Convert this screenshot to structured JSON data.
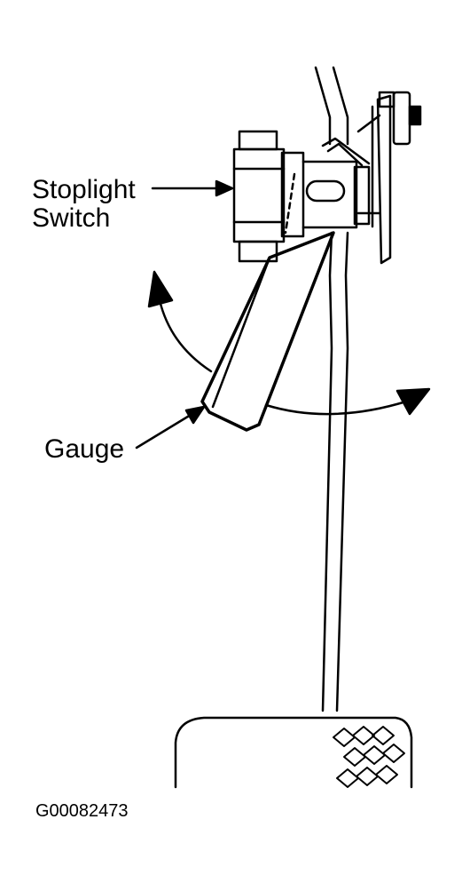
{
  "labels": {
    "stoplight_switch_line1": "Stoplight",
    "stoplight_switch_line2": "Switch",
    "gauge": "Gauge"
  },
  "figure_id": "G00082473",
  "colors": {
    "ink": "#000000",
    "background": "#ffffff"
  }
}
